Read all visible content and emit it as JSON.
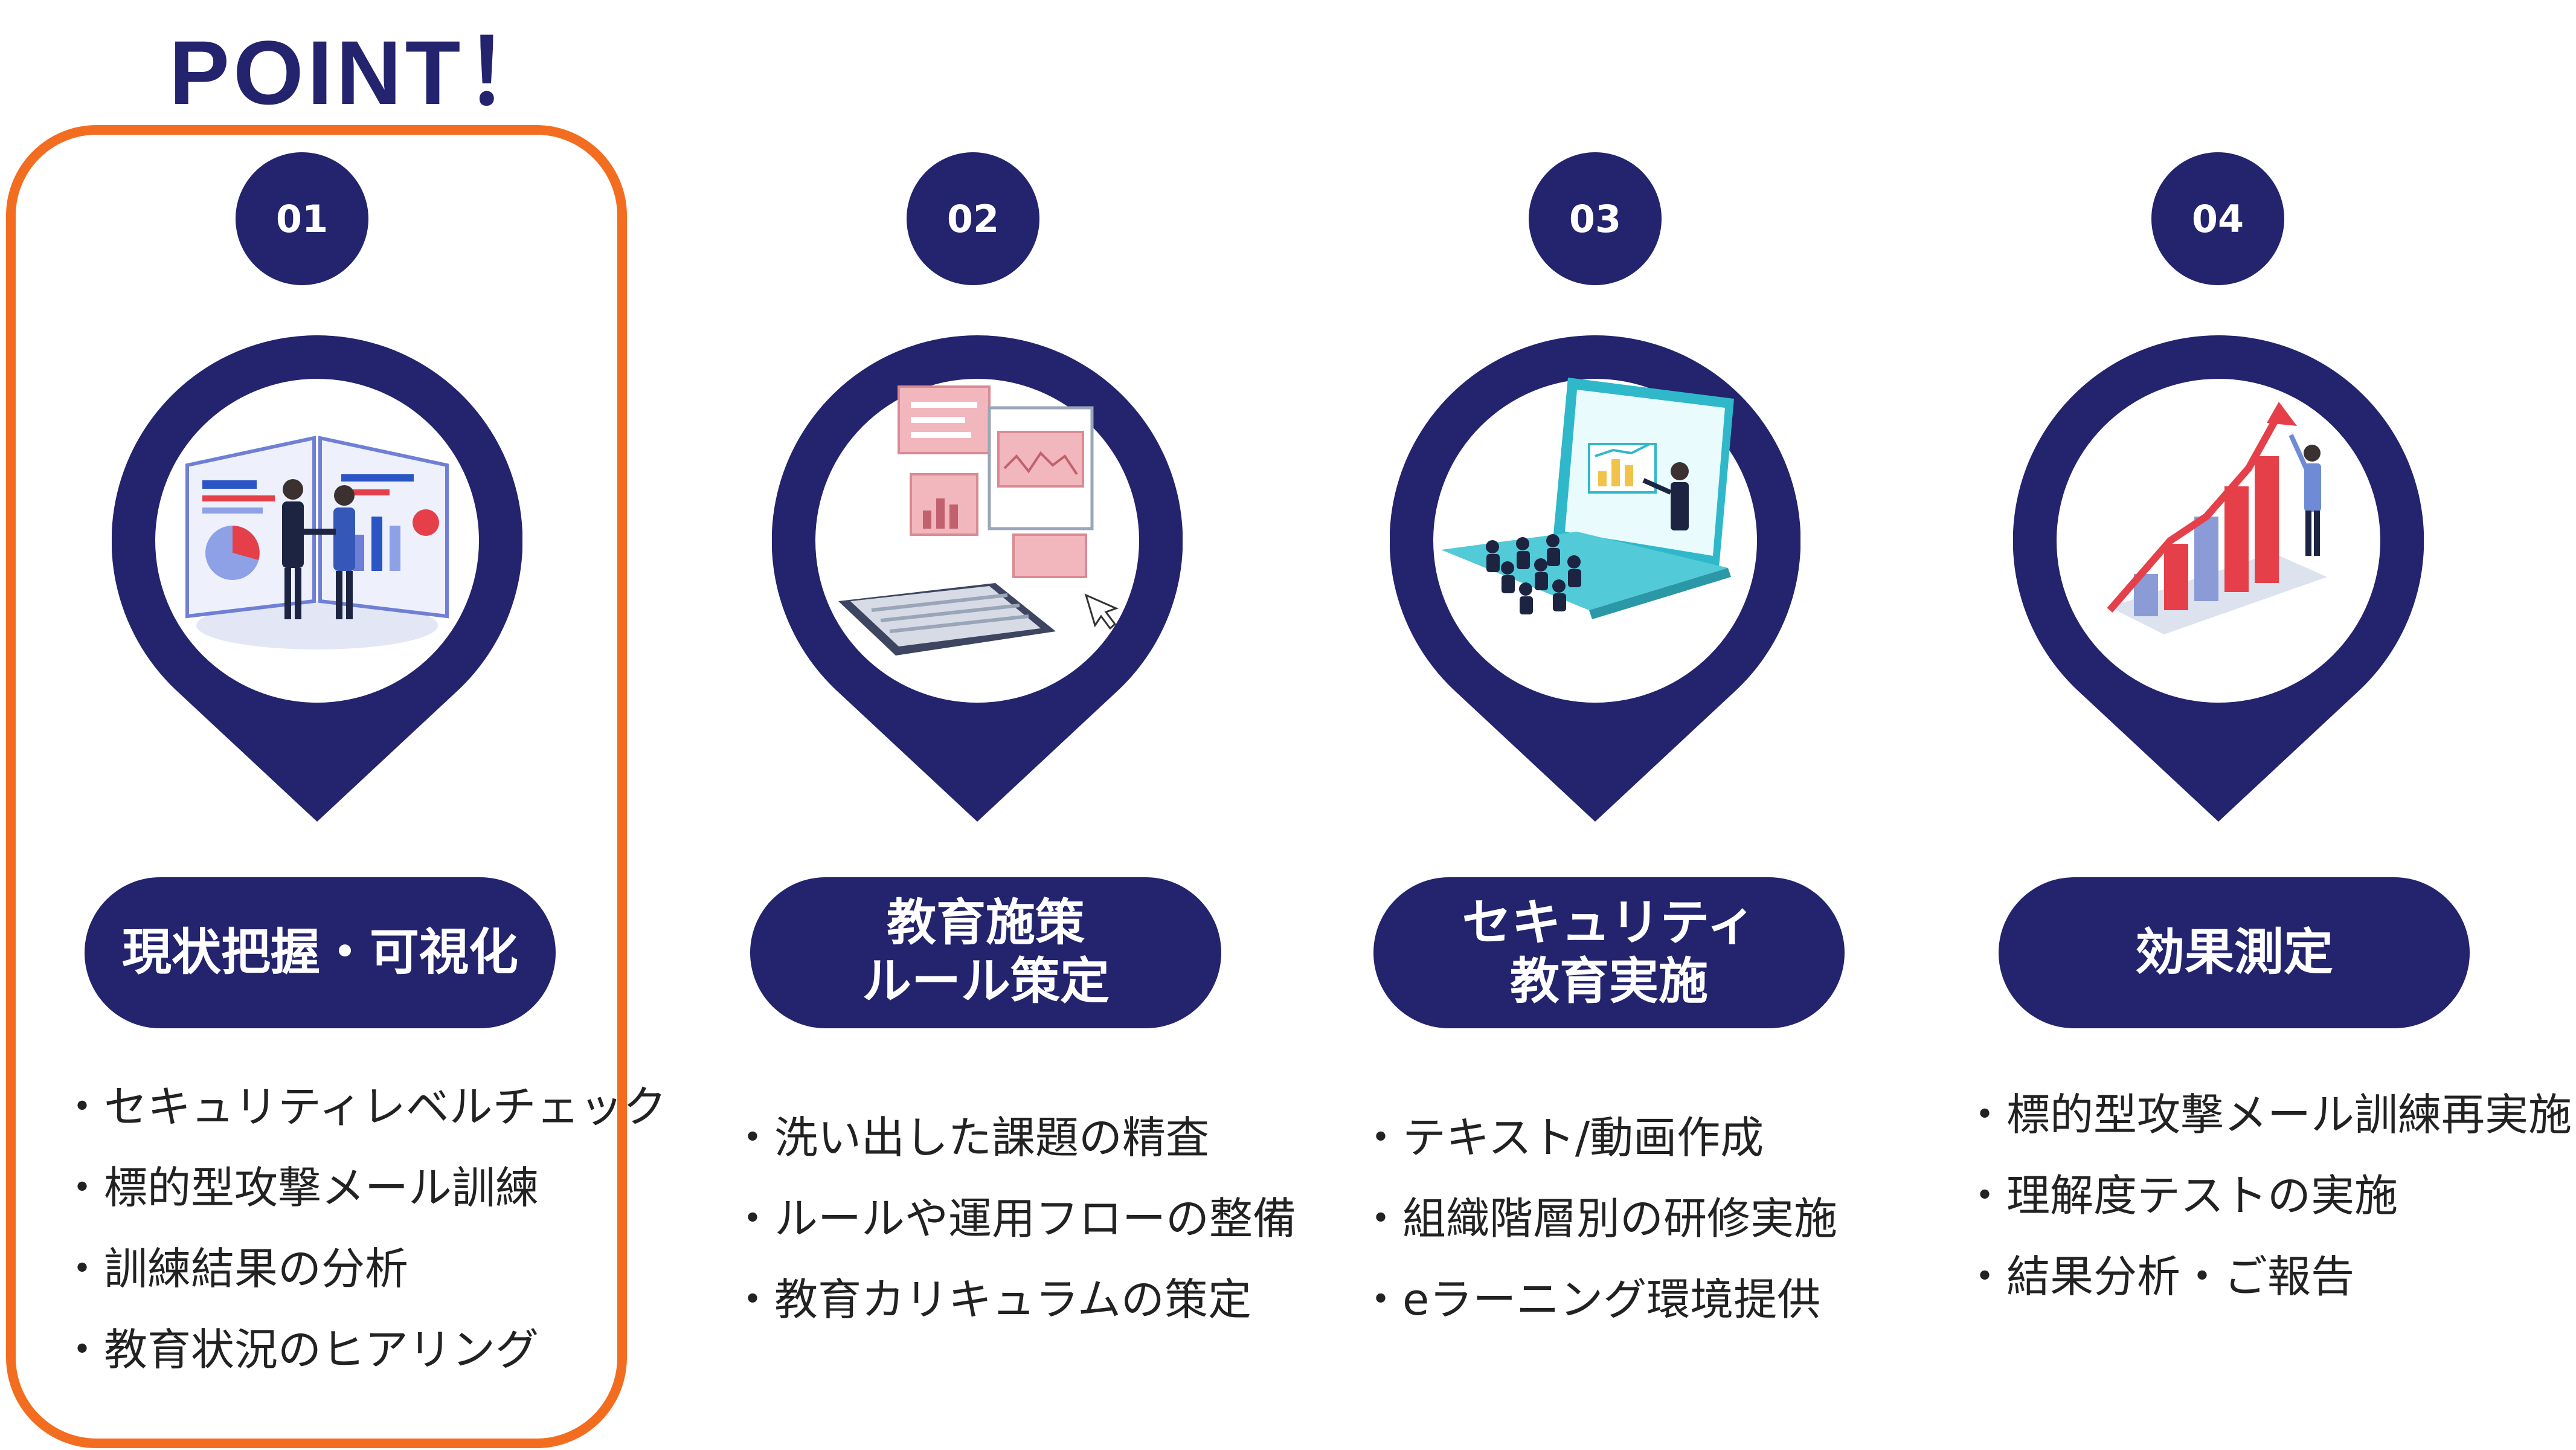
{
  "point_label": "POINT！",
  "colors": {
    "navy": "#23236e",
    "orange": "#f36d21"
  },
  "steps": [
    {
      "number": "01",
      "title_lines": [
        "現状把握・可視化"
      ],
      "illustration": "business-meeting-dashboard-illustration",
      "bullets": [
        "・セキュリティレベルチェック",
        "・標的型攻撃メール訓練",
        "・訓練結果の分析",
        "・教育状況のヒアリング"
      ]
    },
    {
      "number": "02",
      "title_lines": [
        "教育施策",
        "ルール策定"
      ],
      "illustration": "keyboard-documents-planning-illustration",
      "bullets": [
        "・洗い出した課題の精査",
        "・ルールや運用フローの整備",
        "・教育カリキュラムの策定"
      ]
    },
    {
      "number": "03",
      "title_lines": [
        "セキュリティ",
        "教育実施"
      ],
      "illustration": "laptop-classroom-presentation-illustration",
      "bullets": [
        "・テキスト/動画作成",
        "・組織階層別の研修実施",
        "・eラーニング環境提供"
      ]
    },
    {
      "number": "04",
      "title_lines": [
        "効果測定"
      ],
      "illustration": "growth-bar-chart-illustration",
      "bullets": [
        "・標的型攻撃メール訓練再実施",
        "・理解度テストの実施",
        "・結果分析・ご報告"
      ]
    }
  ]
}
